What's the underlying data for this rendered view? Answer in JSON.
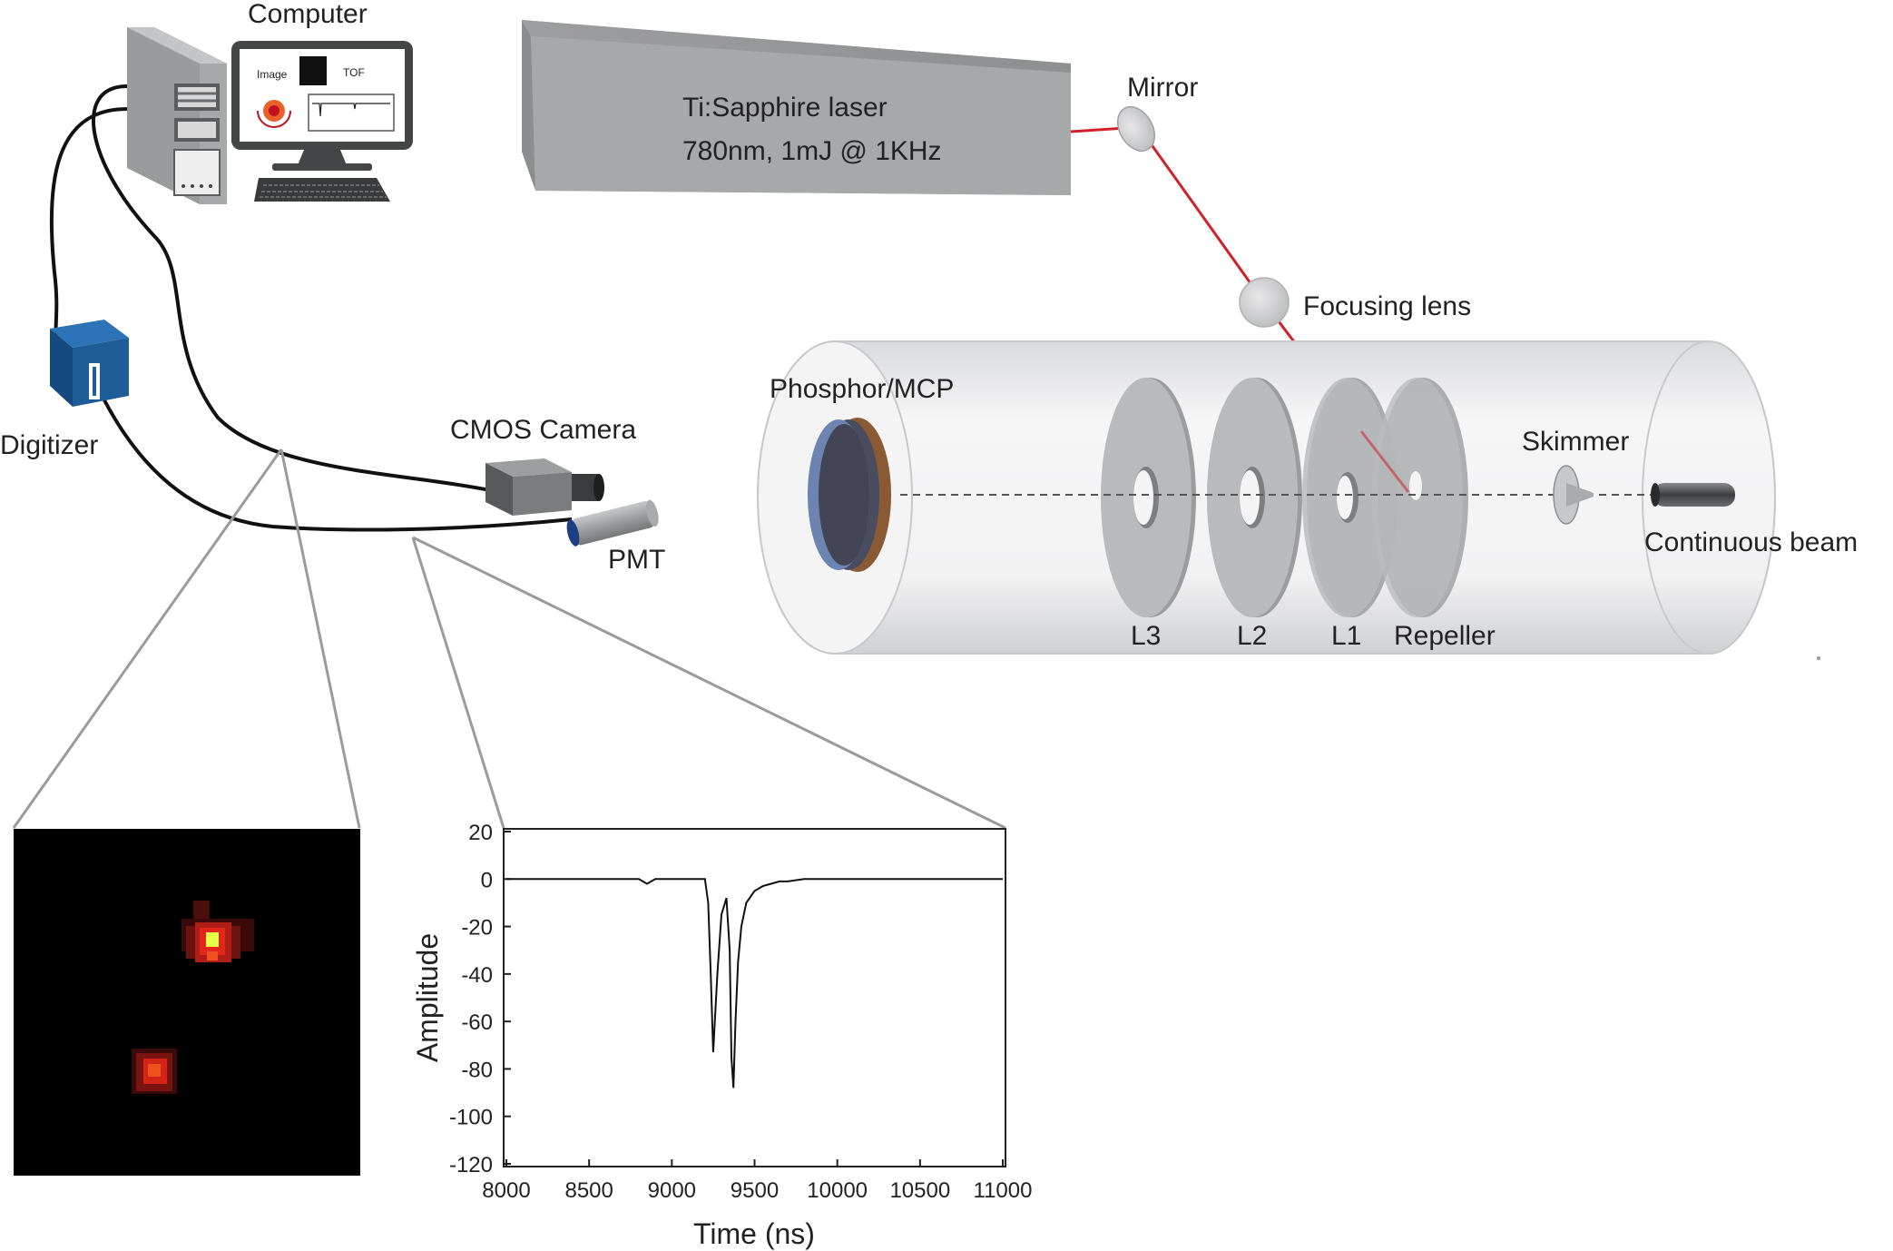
{
  "labels": {
    "computer": "Computer",
    "screen_image": "Image",
    "screen_tof": "TOF",
    "laser_line1": "Ti:Sapphire laser",
    "laser_line2": "780nm, 1mJ @ 1KHz",
    "mirror": "Mirror",
    "focusing_lens": "Focusing lens",
    "phosphor_mcp": "Phosphor/MCP",
    "skimmer": "Skimmer",
    "continuous_beam": "Continuous beam",
    "l3": "L3",
    "l2": "L2",
    "l1": "L1",
    "repeller": "Repeller",
    "digitizer": "Digitizer",
    "cmos_camera": "CMOS Camera",
    "pmt": "PMT"
  },
  "colors": {
    "laser_beam": "#d0202a",
    "laser_box": "#a7a8aa",
    "chamber": "#eeeeef",
    "digitizer": "#1f5d99",
    "plot_line": "#111111"
  },
  "chart_data": {
    "type": "line",
    "title": "",
    "xlabel": "Time (ns)",
    "ylabel": "Amplitude",
    "xlim": [
      8000,
      11000
    ],
    "ylim": [
      -120,
      20
    ],
    "xticks": [
      8000,
      8500,
      9000,
      9500,
      10000,
      10500,
      11000
    ],
    "yticks": [
      20,
      0,
      -20,
      -40,
      -60,
      -80,
      -100,
      -120
    ],
    "grid": false,
    "series": [
      {
        "name": "",
        "x": [
          8000,
          8800,
          8850,
          8900,
          9200,
          9220,
          9235,
          9250,
          9275,
          9300,
          9330,
          9350,
          9360,
          9372,
          9385,
          9400,
          9420,
          9450,
          9500,
          9550,
          9600,
          9650,
          9700,
          9800,
          9900,
          10000,
          11000
        ],
        "y": [
          0,
          0,
          -2,
          0,
          0,
          -10,
          -40,
          -73,
          -40,
          -15,
          -8,
          -30,
          -75,
          -88,
          -60,
          -35,
          -20,
          -10,
          -5,
          -3,
          -2,
          -1,
          -1,
          0,
          0,
          0,
          0
        ]
      }
    ]
  },
  "camera_image": {
    "spots": [
      "spot-1",
      "spot-2"
    ]
  }
}
